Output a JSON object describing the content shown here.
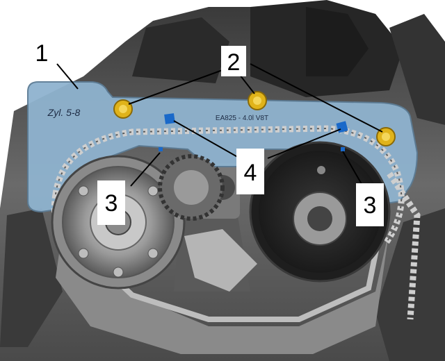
{
  "figure": {
    "callouts": {
      "c1": "1",
      "c2": "2",
      "c3_left": "3",
      "c3_right": "3",
      "c4": "4"
    },
    "tool_text": {
      "cylinder_label": "Zyl. 5-8",
      "model_label": "EA825 - 4.0l V8T"
    }
  },
  "colors": {
    "tool_plate": "#8fb3cf",
    "bolt": "#e0b31a",
    "marker": "#1a69c9",
    "engine_dark": "#2a2a2a",
    "engine_mid": "#6b6b6b",
    "engine_light": "#a9a9a9"
  }
}
